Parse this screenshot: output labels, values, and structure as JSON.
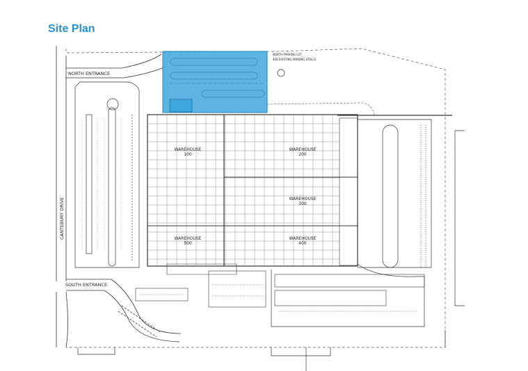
{
  "header": {
    "title": "Site Plan"
  },
  "labels": {
    "north_entrance": "NORTH ENTRANCE",
    "south_entrance": "SOUTH ENTRANCE",
    "road": "CANTEBURY DRIVE",
    "north_lot": "NORTH PARKING LOT",
    "existing_stalls": "400 EXISTING PARKING STALLS",
    "w100": [
      "WAREHOUSE",
      "100"
    ],
    "w200": [
      "WAREHOUSE",
      "200"
    ],
    "w300": [
      "WAREHOUSE",
      "300"
    ],
    "w400": [
      "WAREHOUSE",
      "400"
    ],
    "w500": [
      "WAREHOUSE",
      "500"
    ]
  },
  "colors": {
    "title": "#2a8fc9",
    "highlight_fill": "#3ea7dd",
    "highlight_stroke": "#2382bf",
    "line": "#333333"
  }
}
